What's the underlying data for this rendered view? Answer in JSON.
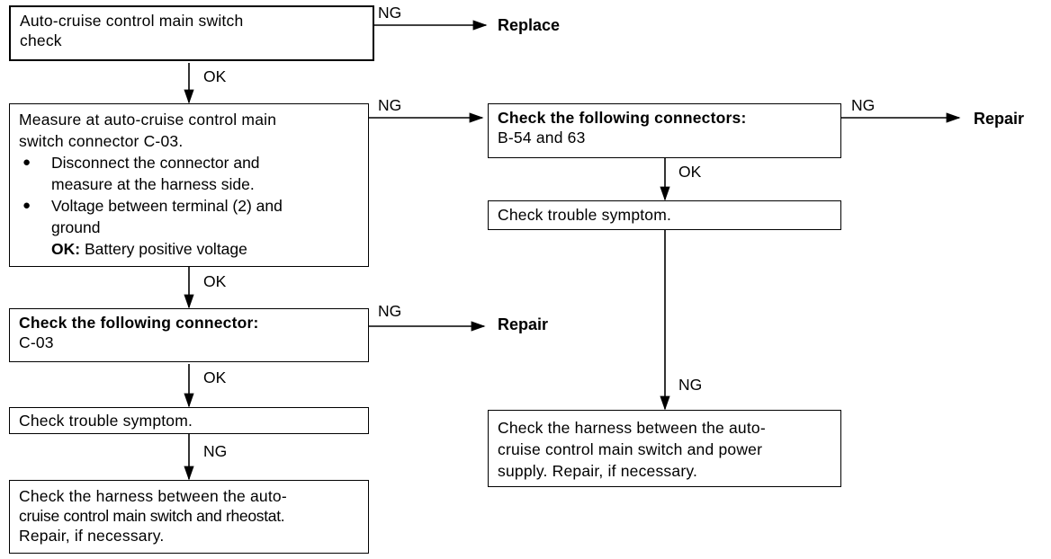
{
  "nodes": {
    "main_switch_check": {
      "lines": [
        "Auto-cruise control main switch",
        "check"
      ]
    },
    "measure": {
      "line1": "Measure at auto-cruise control main",
      "line2": "switch connector C-03.",
      "bullet1_a": "Disconnect the connector and",
      "bullet1_b": "measure at the harness side.",
      "bullet2_a": "Voltage between terminal (2) and",
      "bullet2_b": "ground",
      "ok_label": "OK:",
      "ok_value": "Battery positive voltage"
    },
    "check_connector_c03": {
      "title": "Check the following connector:",
      "value": "C-03"
    },
    "trouble_left": {
      "text": "Check trouble symptom."
    },
    "harness_rheostat": {
      "lines": [
        "Check the harness between the auto-",
        "cruise control main switch and rheostat.",
        "Repair, if necessary."
      ]
    },
    "check_connectors_b54": {
      "title": "Check the following connectors:",
      "value": "B-54 and 63"
    },
    "trouble_right": {
      "text": "Check trouble symptom."
    },
    "harness_power": {
      "lines": [
        "Check the harness between the auto-",
        "cruise control main switch and power",
        "supply. Repair, if necessary."
      ]
    }
  },
  "results": {
    "replace": "Replace",
    "repair_1": "Repair",
    "repair_2": "Repair"
  },
  "edge_labels": {
    "ng_replace": "NG",
    "ok_1": "OK",
    "ng_measure": "NG",
    "ng_b54": "NG",
    "ok_b54": "OK",
    "ok_2": "OK",
    "ng_c03": "NG",
    "ok_3": "OK",
    "ng_left": "NG",
    "ng_right": "NG"
  }
}
